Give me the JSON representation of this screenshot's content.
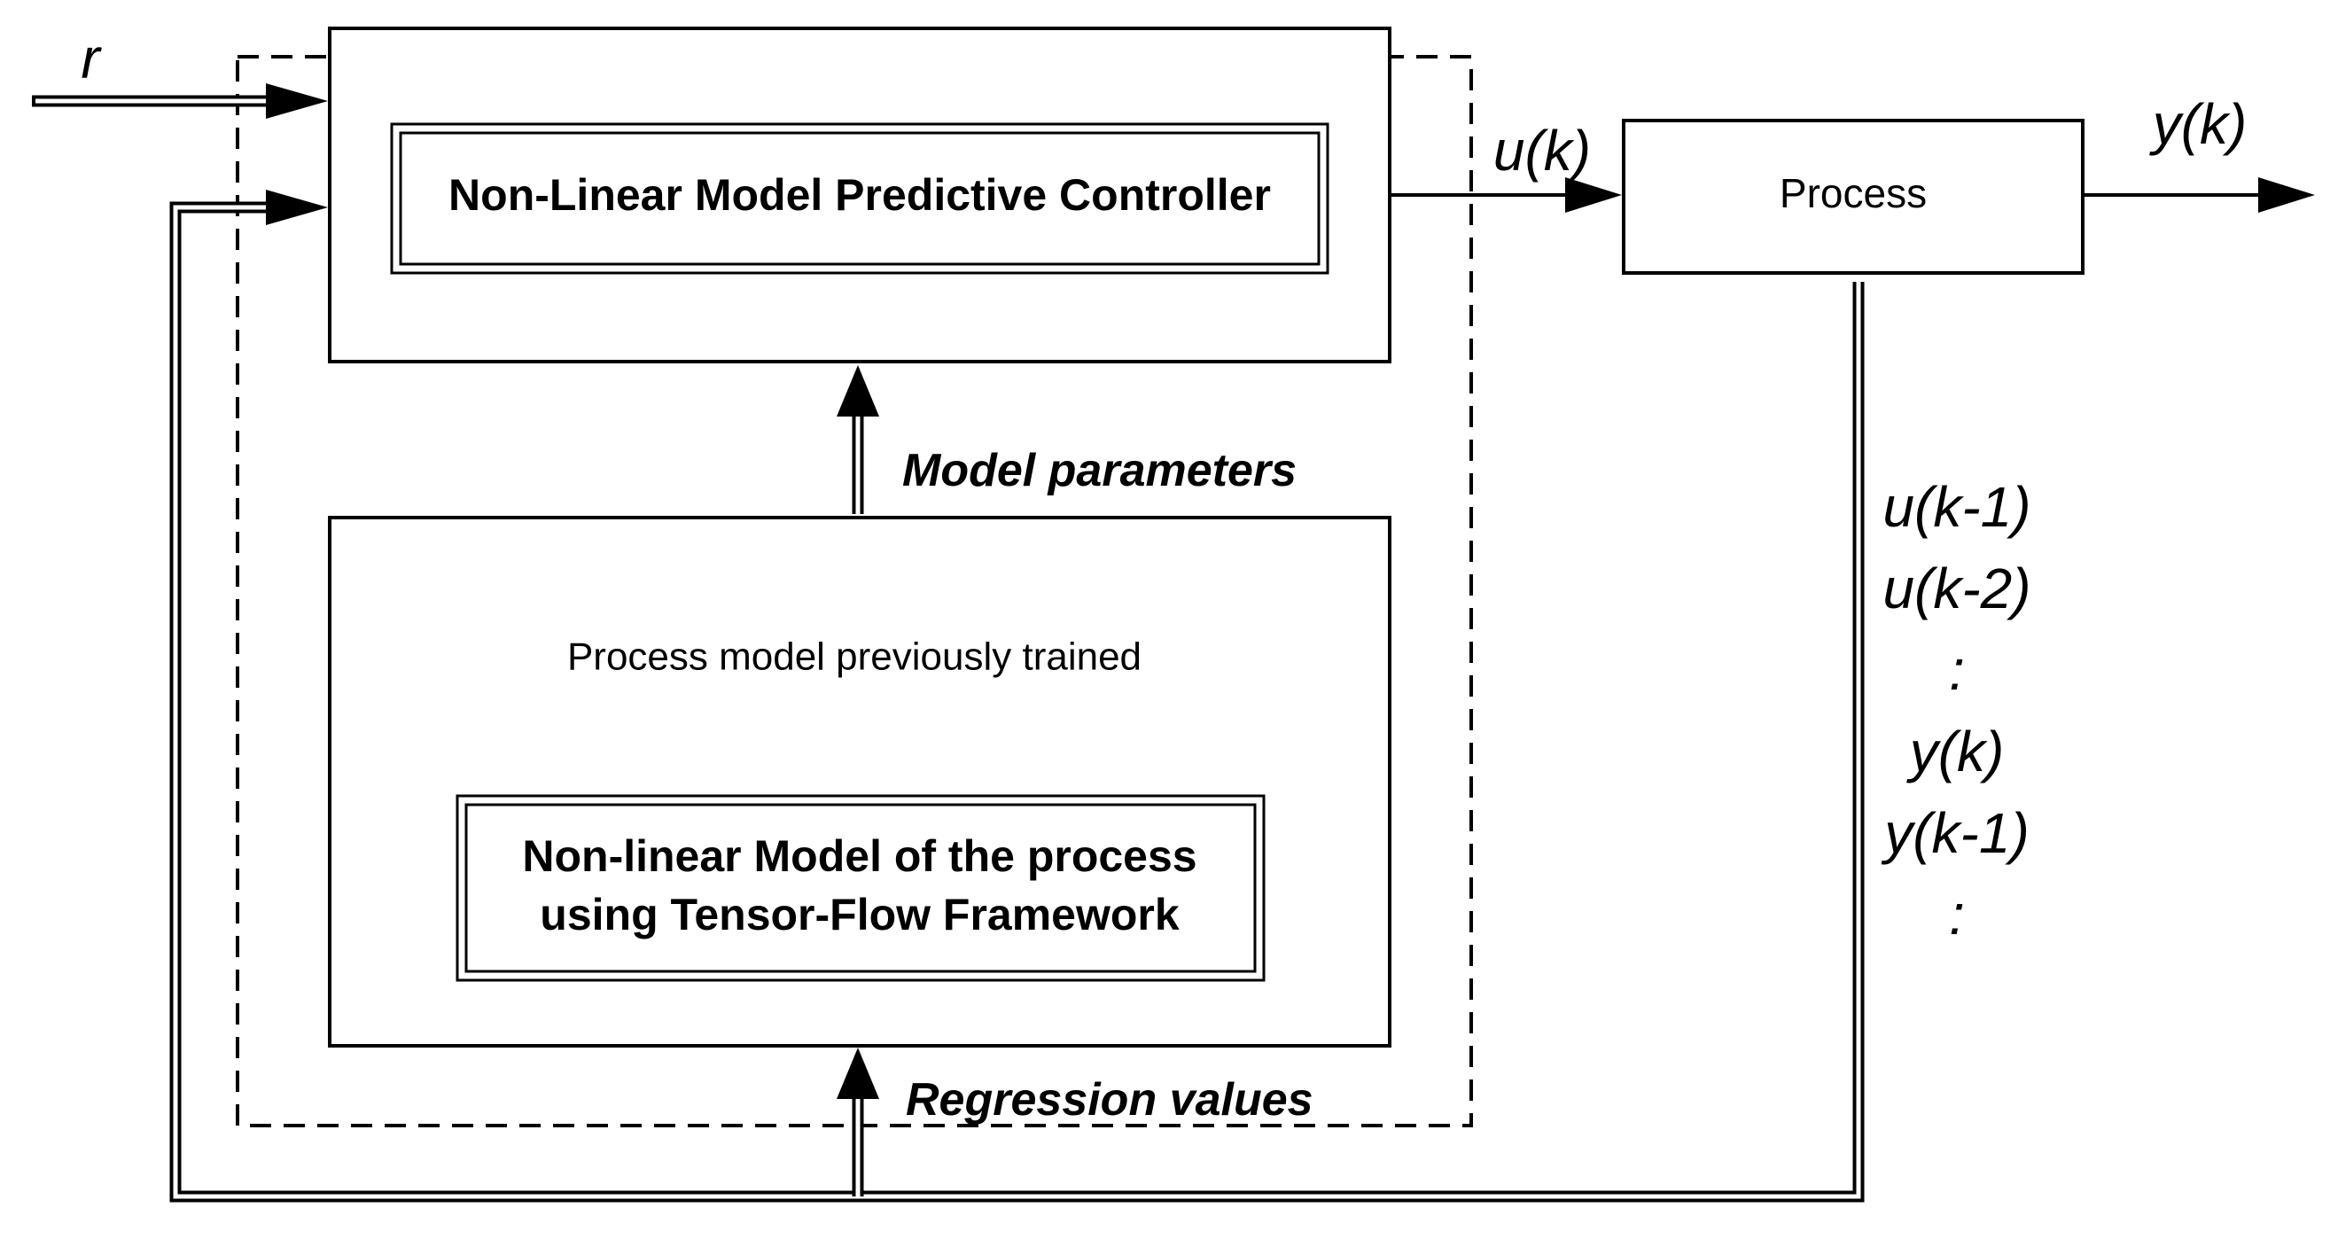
{
  "nodes": {
    "controller_outer": {
      "label": ""
    },
    "controller": {
      "label": "Non-Linear Model Predictive Controller"
    },
    "process": {
      "label": "Process"
    },
    "model_block": {
      "label": "Process model previously trained"
    },
    "nn_model": {
      "lines": [
        "Non-linear Model of the process",
        "using Tensor-Flow Framework"
      ]
    }
  },
  "signals": {
    "reference": "r",
    "control": "u(k)",
    "output": "y(k)"
  },
  "edge_labels": {
    "model_parameters": "Model parameters",
    "regression_values": "Regression values"
  },
  "regressors": [
    "u(k-1)",
    "u(k-2)",
    ":",
    "y(k)",
    "y(k-1)",
    ":"
  ]
}
